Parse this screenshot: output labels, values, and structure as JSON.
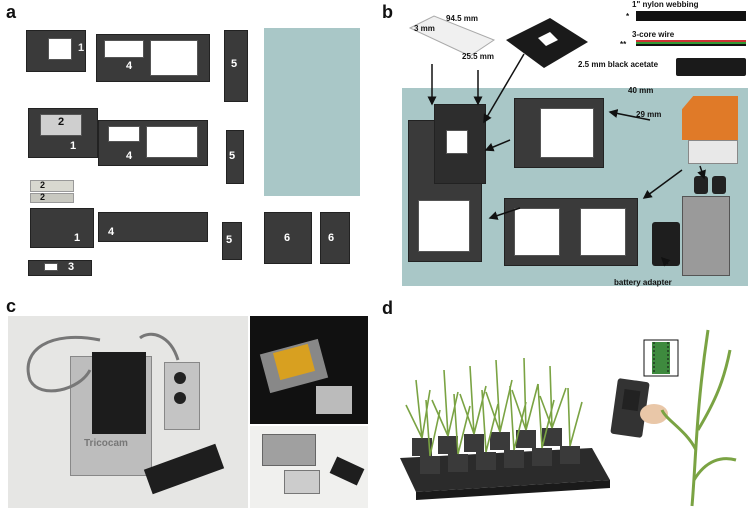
{
  "panels": {
    "a": {
      "letter": "a",
      "labels": [
        "3",
        "1",
        "4",
        "5",
        "2",
        "1",
        "4",
        "5",
        "2",
        "2",
        "1",
        "4",
        "5",
        "6",
        "6",
        "3"
      ]
    },
    "b": {
      "letter": "b",
      "dims": {
        "w1": "3 mm",
        "w2": "94.5 mm",
        "h": "25.5 mm",
        "acetate": "2.5 mm black acetate",
        "d40": "40 mm",
        "d29": "29 mm"
      },
      "legend": {
        "nylon": "1\" nylon webbing",
        "nylon_mark": "*",
        "wire": "3-core wire",
        "wire_mark": "**"
      },
      "battery": "battery adapter"
    },
    "c": {
      "letter": "c",
      "brand": "Tricocam"
    },
    "d": {
      "letter": "d"
    }
  },
  "colors": {
    "teal": "#a9c7c7",
    "part": "#3a3a3a",
    "orange": "#e07a28",
    "plant": "#7aa343"
  }
}
